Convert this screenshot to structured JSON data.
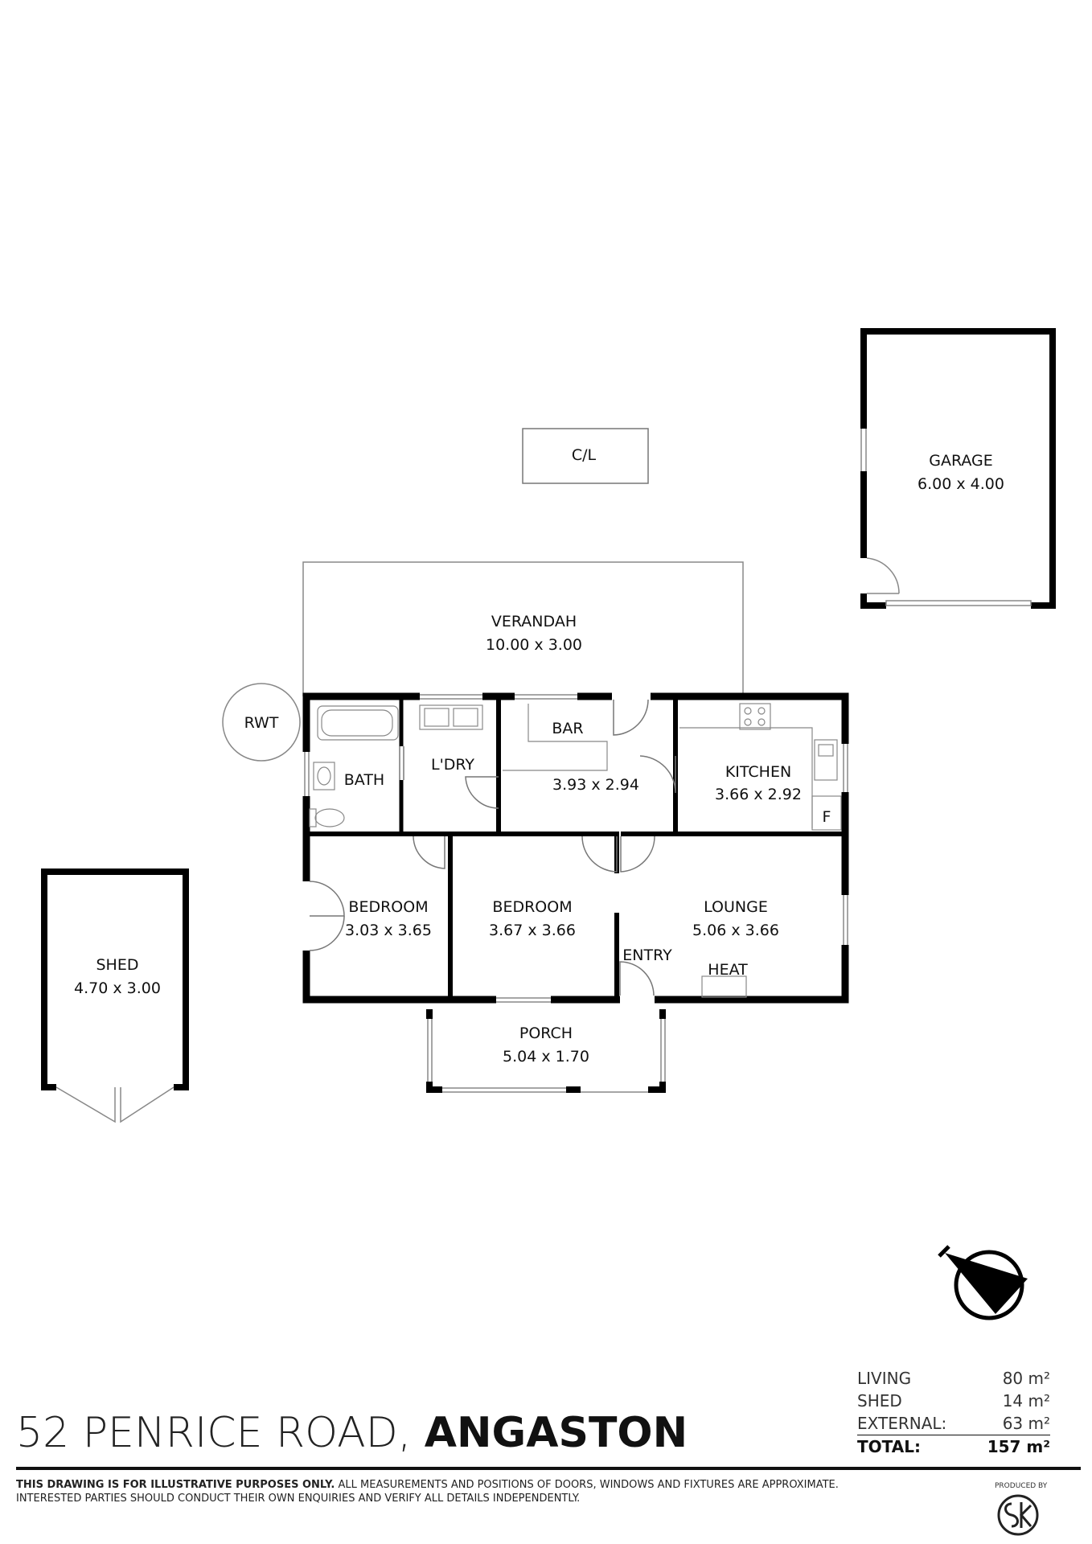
{
  "plan": {
    "rooms": {
      "cl": {
        "name": "C/L"
      },
      "garage": {
        "name": "GARAGE",
        "dims": "6.00 x 4.00"
      },
      "verandah": {
        "name": "VERANDAH",
        "dims": "10.00 x 3.00"
      },
      "rwt": {
        "name": "RWT"
      },
      "bath": {
        "name": "BATH"
      },
      "laundry": {
        "name": "L'DRY"
      },
      "bar": {
        "name": "BAR",
        "dims": "3.93 x 2.94"
      },
      "kitchen": {
        "name": "KITCHEN",
        "dims": "3.66 x 2.92",
        "fridge": "F"
      },
      "bedroom1": {
        "name": "BEDROOM",
        "dims": "3.03 x 3.65"
      },
      "bedroom2": {
        "name": "BEDROOM",
        "dims": "3.67 x 3.66"
      },
      "lounge": {
        "name": "LOUNGE",
        "dims": "5.06 x 3.66",
        "heater": "HEAT"
      },
      "entry": {
        "name": "ENTRY"
      },
      "porch": {
        "name": "PORCH",
        "dims": "5.04 x 1.70"
      },
      "shed": {
        "name": "SHED",
        "dims": "4.70 x 3.00"
      }
    },
    "compass_icon": "north-arrow-icon",
    "wall_color": "#000000"
  },
  "footer": {
    "address": "52 PENRICE ROAD,",
    "suburb": "ANGASTON",
    "disclaimer_bold": "THIS DRAWING IS FOR ILLUSTRATIVE PURPOSES ONLY.",
    "disclaimer_rest": "ALL MEASUREMENTS AND POSITIONS OF DOORS, WINDOWS AND FIXTURES ARE APPROXIMATE.",
    "disclaimer_line2": "INTERESTED PARTIES SHOULD CONDUCT THEIR OWN ENQUIRIES AND VERIFY ALL DETAILS INDEPENDENTLY.",
    "produced_by": "PRODUCED BY",
    "logo_icon": "sk-logo-icon"
  },
  "areas": [
    {
      "label": "LIVING",
      "value": "80 m²"
    },
    {
      "label": "SHED",
      "value": "14 m²"
    },
    {
      "label": "EXTERNAL:",
      "value": "63 m²"
    }
  ],
  "area_total": {
    "label": "TOTAL:",
    "value": "157 m²"
  }
}
